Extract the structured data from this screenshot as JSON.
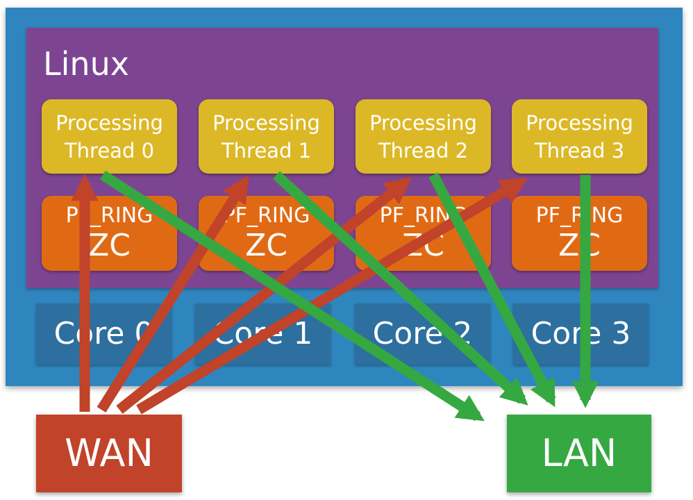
{
  "os": {
    "label": "Linux"
  },
  "threads": [
    {
      "line1": "Processing",
      "line2": "Thread 0"
    },
    {
      "line1": "Processing",
      "line2": "Thread 1"
    },
    {
      "line1": "Processing",
      "line2": "Thread 2"
    },
    {
      "line1": "Processing",
      "line2": "Thread 3"
    }
  ],
  "rings": [
    {
      "line1": "PF_RING",
      "line2": "ZC"
    },
    {
      "line1": "PF_RING",
      "line2": "ZC"
    },
    {
      "line1": "PF_RING",
      "line2": "ZC"
    },
    {
      "line1": "PF_RING",
      "line2": "ZC"
    }
  ],
  "cores": [
    "Core 0",
    "Core 1",
    "Core 2",
    "Core 3"
  ],
  "ports": {
    "wan": "WAN",
    "lan": "LAN"
  },
  "colors": {
    "host": "#2f86bf",
    "os": "#7d4591",
    "thread": "#dcb827",
    "ring": "#e06a14",
    "core": "#2d6f9f",
    "wan": "#c0432a",
    "lan": "#35a841",
    "ingress_arrow": "#c0432a",
    "egress_arrow": "#35a841"
  },
  "flows": {
    "ingress": [
      {
        "from": "WAN",
        "to": "Processing Thread 0"
      },
      {
        "from": "WAN",
        "to": "Processing Thread 1"
      },
      {
        "from": "WAN",
        "to": "Processing Thread 2"
      },
      {
        "from": "WAN",
        "to": "Processing Thread 3"
      }
    ],
    "egress": [
      {
        "from": "Processing Thread 0",
        "to": "LAN"
      },
      {
        "from": "Processing Thread 1",
        "to": "LAN"
      },
      {
        "from": "Processing Thread 2",
        "to": "LAN"
      },
      {
        "from": "Processing Thread 3",
        "to": "LAN"
      }
    ]
  }
}
